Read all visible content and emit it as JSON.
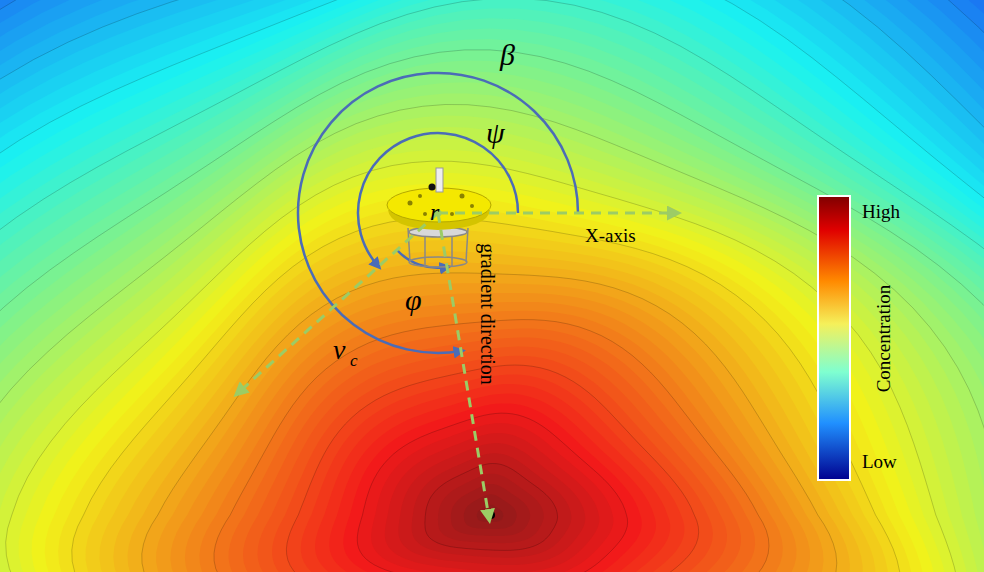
{
  "diagram": {
    "labels": [
      "β",
      "ψ",
      "r",
      "X-axis",
      "φ",
      "v",
      "c",
      "gradient direction",
      "High",
      "Concentration",
      "Low"
    ]
  }
}
